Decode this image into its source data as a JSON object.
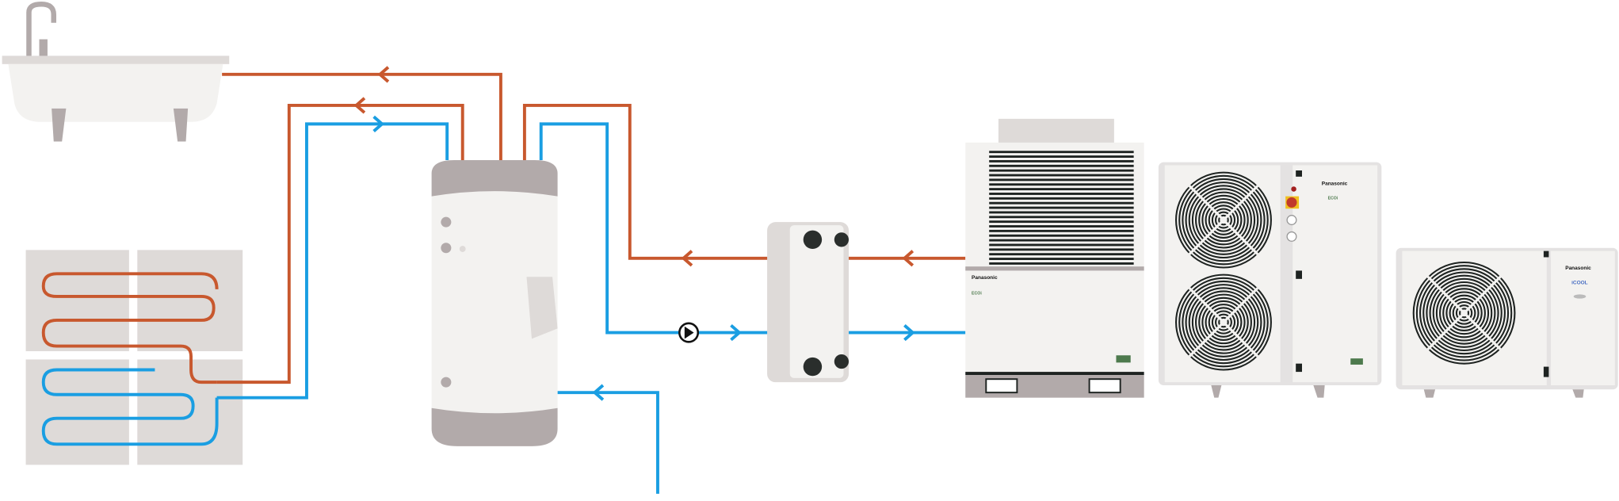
{
  "colors": {
    "hot_pipe": "#c8582e",
    "cold_pipe": "#1a9ee2",
    "unit_body": "#f3f2f0",
    "unit_frame": "#e4e2e2",
    "tank_cap": "#b2aaaa",
    "fan_dark": "#1e2321",
    "brand_green": "#4d7a4d",
    "brand_blue": "#4a6fc4"
  },
  "units": {
    "unit1": {
      "brand": "Panasonic",
      "model": "ECOi"
    },
    "unit2": {
      "brand": "Panasonic",
      "model": "ECOi"
    },
    "unit3": {
      "brand": "Panasonic",
      "model": "iCOOL"
    }
  }
}
